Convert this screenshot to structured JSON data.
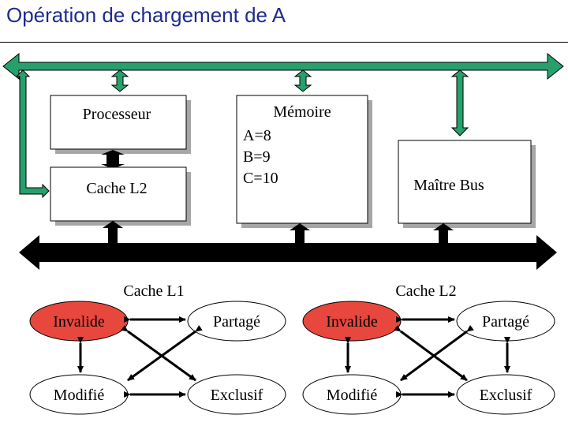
{
  "title": "Opération de chargement de A",
  "blocks": {
    "processor": "Processeur",
    "cache_l2": "Cache L2",
    "memory": {
      "title": "Mémoire",
      "lines": [
        "A=8",
        "B=9",
        "C=10"
      ]
    },
    "bus_master": "Maître Bus"
  },
  "state_diagrams": [
    {
      "label": "Cache  L1",
      "states": {
        "top_left": "Invalide",
        "top_right": "Partagé",
        "bottom_left": "Modifié",
        "bottom_right": "Exclusif"
      },
      "active": "top_left"
    },
    {
      "label": "Cache L2",
      "states": {
        "top_left": "Invalide",
        "top_right": "Partagé",
        "bottom_left": "Modifié",
        "bottom_right": "Exclusif"
      },
      "active": "top_left"
    }
  ],
  "colors": {
    "green_bus": "#27a06d",
    "active_state": "#e8473d",
    "box_shadow": "#a6a6a6",
    "title": "#1f2b8f"
  }
}
